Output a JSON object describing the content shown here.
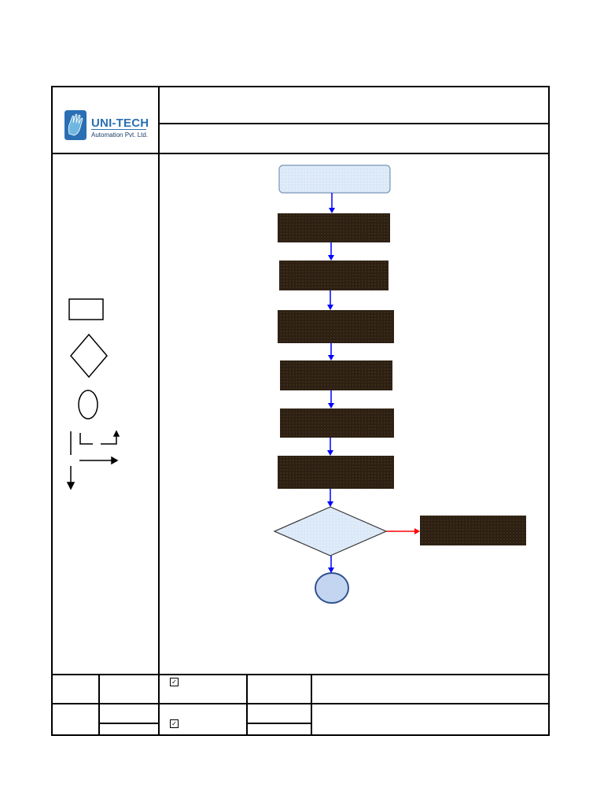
{
  "header": {
    "logo": {
      "brand": "UNI-TECH",
      "subtitle": "Automation Pvt. Ltd.",
      "colors": {
        "primary": "#2a6fb3",
        "dark": "#1a3f6b",
        "hand": "#6fb7e0"
      }
    },
    "title_row_1": "",
    "title_row_2": ""
  },
  "legend": {
    "symbols": [
      "process-rectangle",
      "decision-diamond",
      "terminal-oval",
      "flow-connector-lines",
      "flow-arrow-right",
      "flow-arrow-down"
    ]
  },
  "flowchart": {
    "start_box_color": "#dce9f8",
    "process_fill": "#2b1f14",
    "process_steps": 6,
    "decision_fill": "#dce9f8",
    "end_fill": "#c3d5f0",
    "flow_arrow_color": "#0000ff",
    "branch_arrow_color": "#ff0000"
  },
  "footer": {
    "checkbox_1": "✓",
    "checkbox_2": "✓"
  }
}
